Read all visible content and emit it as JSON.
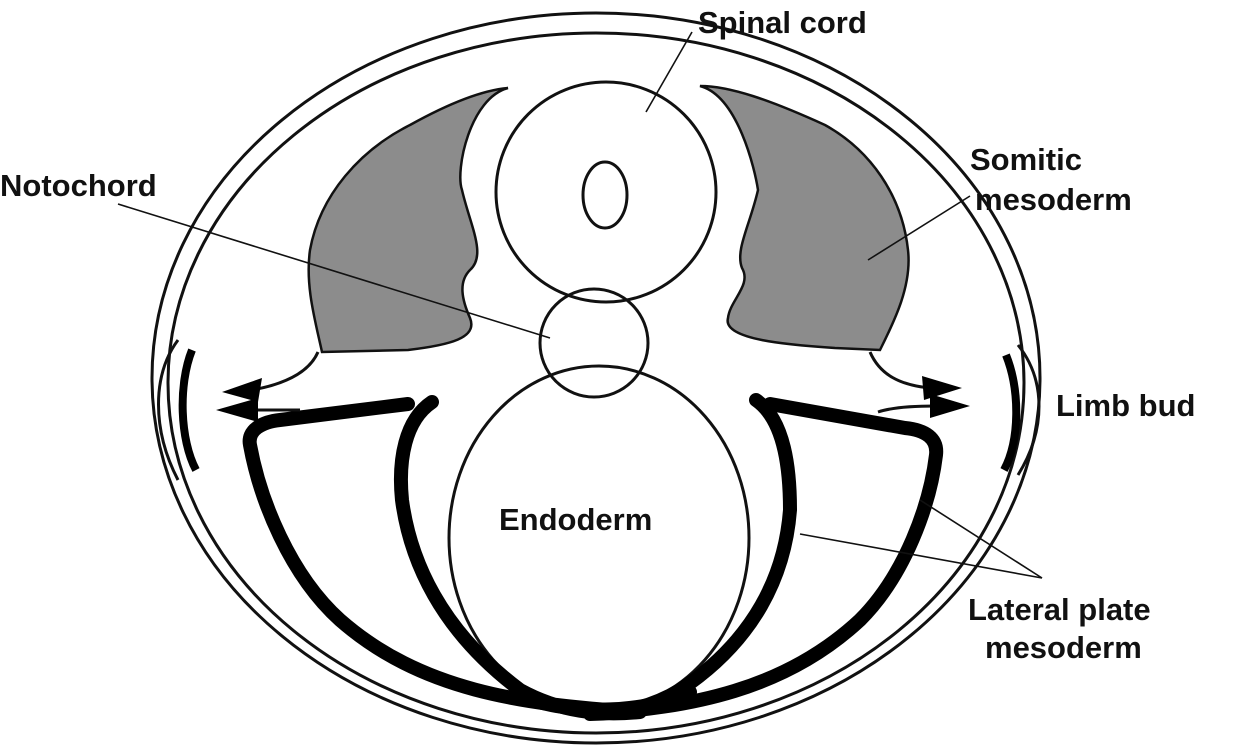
{
  "labels": {
    "spinal_cord": "Spinal cord",
    "notochord": "Notochord",
    "somitic_line1": "Somitic",
    "somitic_line2": "mesoderm",
    "limb_bud": "Limb bud",
    "endoderm": "Endoderm",
    "lateral_line1": "Lateral plate",
    "lateral_line2": "mesoderm"
  },
  "colors": {
    "somitic_fill": "#8c8c8c",
    "lateral_plate": "#000000",
    "outline": "#111111"
  }
}
